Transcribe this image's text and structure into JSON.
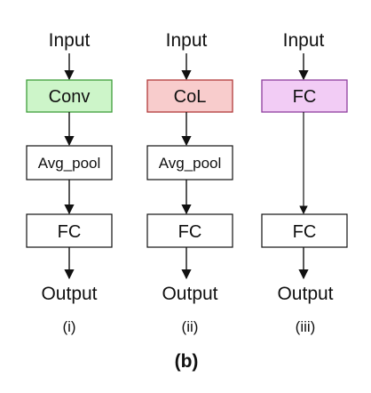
{
  "diagram": {
    "columns": [
      {
        "input_label": "Input",
        "first_block": "Conv",
        "first_block_color": "#cdf5c9",
        "first_block_border": "#3f9e3b",
        "pool_block": "Avg_pool",
        "fc_block": "FC",
        "output_label": "Output",
        "sub_label": "(i)"
      },
      {
        "input_label": "Input",
        "first_block": "CoL",
        "first_block_color": "#f8cccc",
        "first_block_border": "#b23a3a",
        "pool_block": "Avg_pool",
        "fc_block": "FC",
        "output_label": "Output",
        "sub_label": "(ii)"
      },
      {
        "input_label": "Input",
        "first_block": "FC",
        "first_block_color": "#f2ccf5",
        "first_block_border": "#8e3f9e",
        "fc_block": "FC",
        "output_label": "Output",
        "sub_label": "(iii)"
      }
    ],
    "caption": "(b)"
  }
}
